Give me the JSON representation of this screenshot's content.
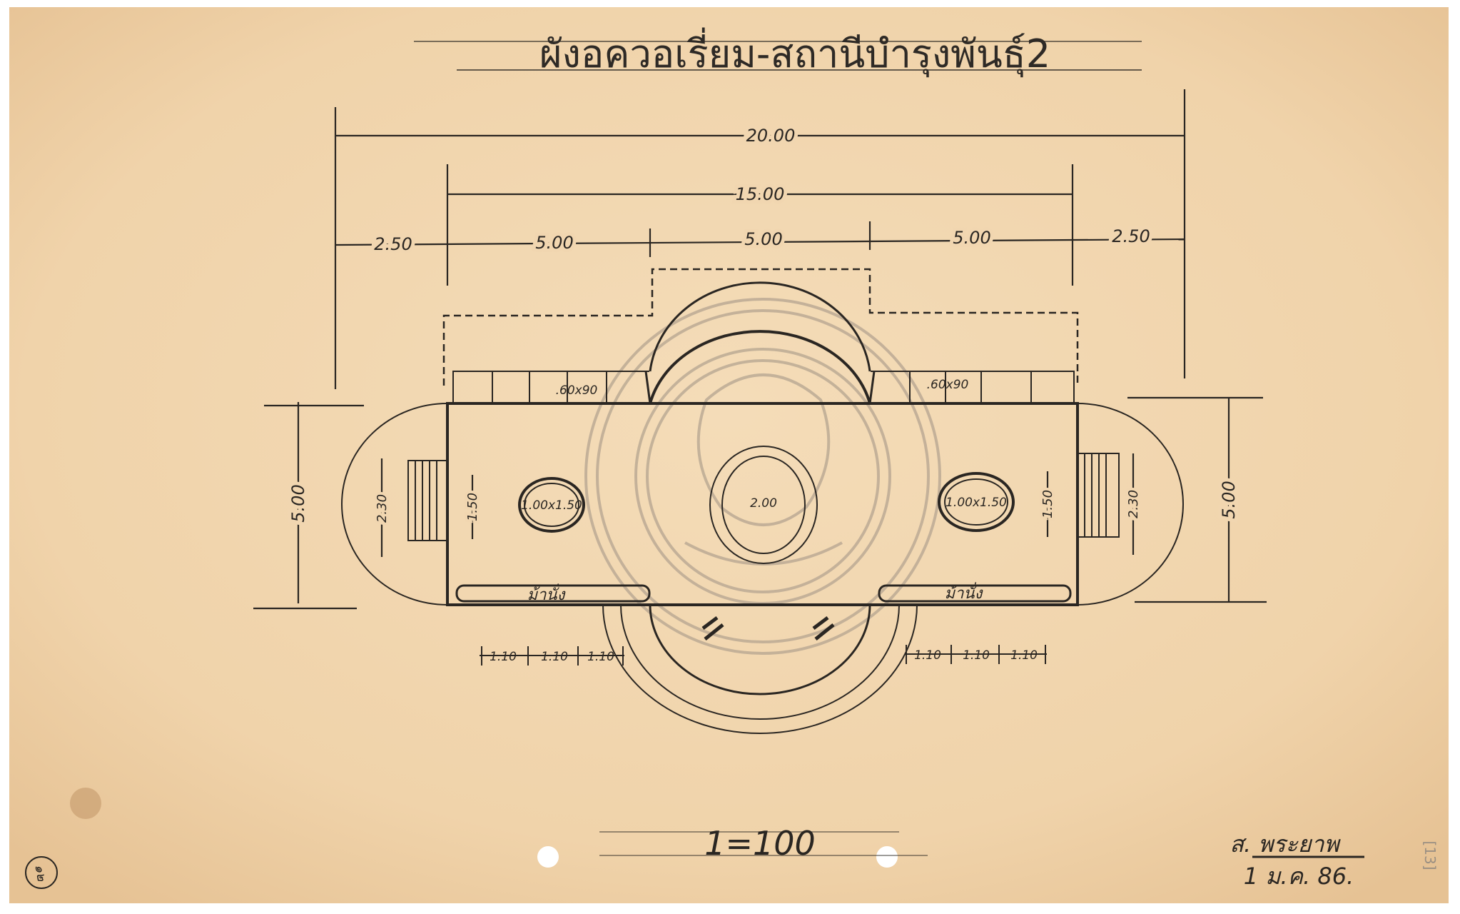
{
  "title": "ผังอควอเรี่ยม-สถานีบำรุงพันธุ์2",
  "dimensions": {
    "overall": "20.00",
    "inner": "15.00",
    "left_wing": "2.50",
    "bay_left": "5.00",
    "bay_center": "5.00",
    "bay_right": "5.00",
    "right_wing": "2.50",
    "height_left": "5.00",
    "height_right": "5.00",
    "stair_left": "2.30",
    "door_left": "1.50",
    "door_right": "1.50",
    "stair_right": "2.30"
  },
  "tanks": {
    "left": "1.00x1.50",
    "center": "2.00",
    "right": "1.00x1.50"
  },
  "windows": {
    "left": ".60x90",
    "right": ".60x90"
  },
  "benches": {
    "left": "ม้านั่ง",
    "right": "ม้านั่ง"
  },
  "spacing_left": [
    "1.10",
    "1.10",
    "1.10"
  ],
  "spacing_right": [
    "1.10",
    "1.10",
    "1.10"
  ],
  "scale": "1=100",
  "signature": "ส. พระยาพ",
  "date": "1 ม.ค. 86.",
  "sheet_mark": "๑๒",
  "archive_number": "[13]",
  "colors": {
    "paper": "#f1d6b0",
    "ink": "#2a2622",
    "seal": "#b9a893"
  }
}
